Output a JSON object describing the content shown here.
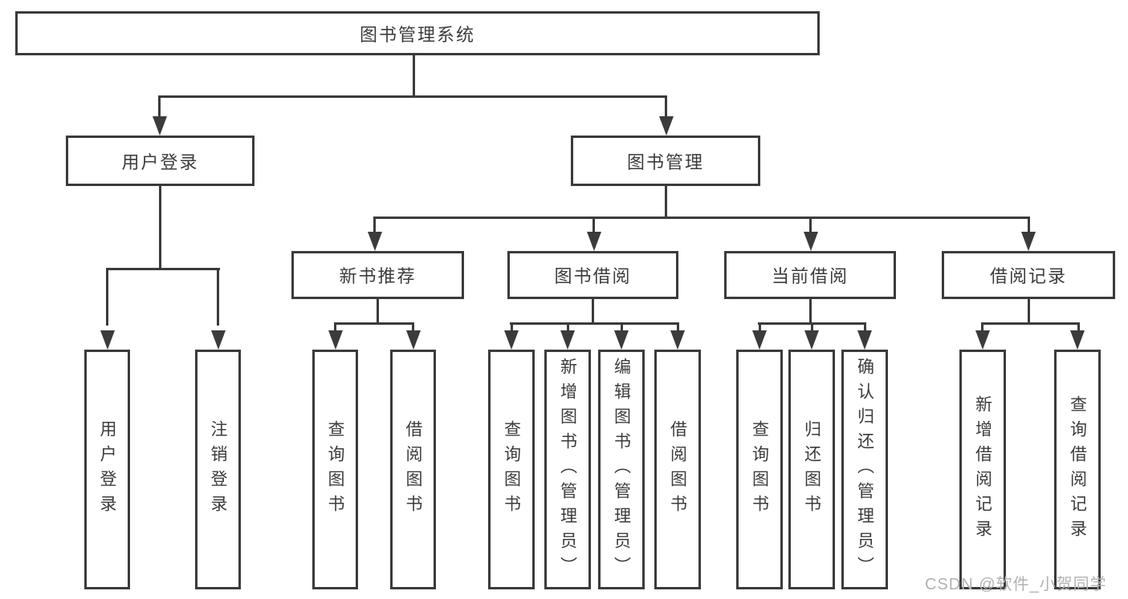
{
  "colors": {
    "line": "#3b3b3b",
    "box_border": "#3b3b3b",
    "box_bg": "#ffffff",
    "text": "#3c3c3c",
    "watermark": "#b2b2b2"
  },
  "root": {
    "label": "图书管理系统"
  },
  "branches": [
    {
      "label": "用户登录",
      "leaves": [
        {
          "label": "用户登录"
        },
        {
          "label": "注销登录"
        }
      ]
    },
    {
      "label": "图书管理",
      "groups": [
        {
          "label": "新书推荐",
          "leaves": [
            {
              "label": "查询图书"
            },
            {
              "label": "借阅图书"
            }
          ]
        },
        {
          "label": "图书借阅",
          "leaves": [
            {
              "label": "查询图书"
            },
            {
              "label": "新增图书（管理员）"
            },
            {
              "label": "编辑图书（管理员）"
            },
            {
              "label": "借阅图书"
            }
          ]
        },
        {
          "label": "当前借阅",
          "leaves": [
            {
              "label": "查询图书"
            },
            {
              "label": "归还图书"
            },
            {
              "label": "确认归还（管理员）"
            }
          ]
        },
        {
          "label": "借阅记录",
          "leaves": [
            {
              "label": "新增借阅记录"
            },
            {
              "label": "查询借阅记录"
            }
          ]
        }
      ]
    }
  ],
  "watermark": {
    "text": "CSDN @软件_小贺同学"
  }
}
